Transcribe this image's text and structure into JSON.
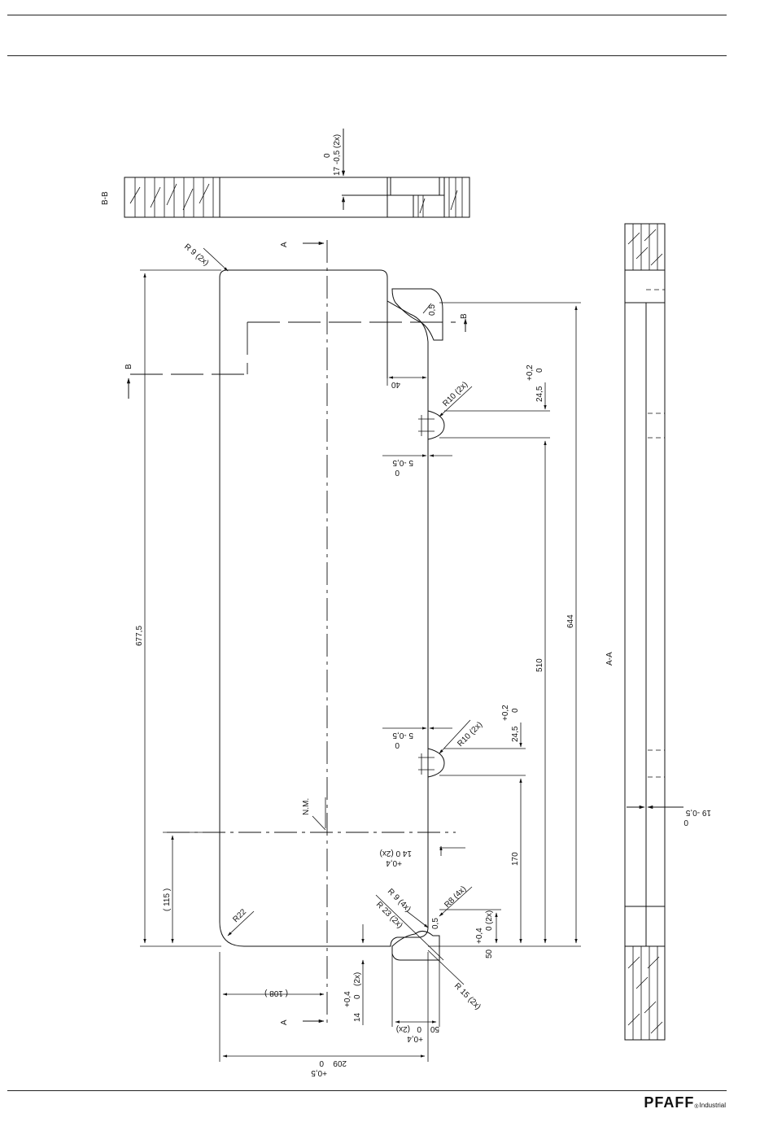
{
  "labels": {
    "section_bb": "B-B",
    "section_aa": "A-A",
    "cut_a_top": "A",
    "cut_a_bottom": "A",
    "cut_b_left": "B",
    "cut_b_right": "B",
    "nm": "N.M.",
    "top_tol_line1": "17  -0,5  (2x)",
    "top_tol_line2": "0",
    "r9_2x_top": "R 9 (2x)",
    "half_mm": "0,5",
    "half_mm_low": "0,5",
    "dim_40": "40",
    "r10_2x_upper": "R10 (2x)",
    "r10_2x_lower": "R10 (2x)",
    "tol_02_upper": "+0,2",
    "tol_0_upper": "0",
    "dim_245_upper": "24,5",
    "tol_02_lower": "+0,2",
    "tol_0_lower": "0",
    "dim_245_lower": "24,5",
    "dim_5_upper": "5  -0,5",
    "dim_5_upper_0": "0",
    "dim_5_lower": "5  -0,5",
    "dim_5_lower_0": "0",
    "dim_6775": "677,5",
    "dim_644": "644",
    "dim_510": "510",
    "dim_170": "170",
    "dim_115": "( 115 )",
    "dim_108": "( 108 )",
    "r22": "R22",
    "r8_4x": "R8 (4x)",
    "r9_4x": "R 9 (4x)",
    "r23_2x": "R 23 (2x)",
    "r15_2x": "R 15 (2x)",
    "dim_14_right_a": "14  0    (2x)",
    "dim_14_right_b": "+0,4",
    "dim_50_right_tol": "+0,4",
    "dim_50_right_0": "0",
    "dim_50_right_2x": "(2x)",
    "dim_50_right": "50",
    "dim_14_left_tol": "+0,4",
    "dim_14_left_0": "0",
    "dim_14_left_2x": "(2x)",
    "dim_14_left": "14",
    "dim_50_bottom_a": "50",
    "dim_50_bottom_b": "0",
    "dim_50_bottom_c": "+0,4",
    "dim_50_bottom_d": "(2x)",
    "dim_209_a": "209",
    "dim_209_b": "0",
    "dim_209_c": "+0,5",
    "dim_19_a": "19  -0,5",
    "dim_19_b": "0"
  },
  "logo": {
    "brand": "PFAFF",
    "reg": "®",
    "sub": "Industrial"
  }
}
